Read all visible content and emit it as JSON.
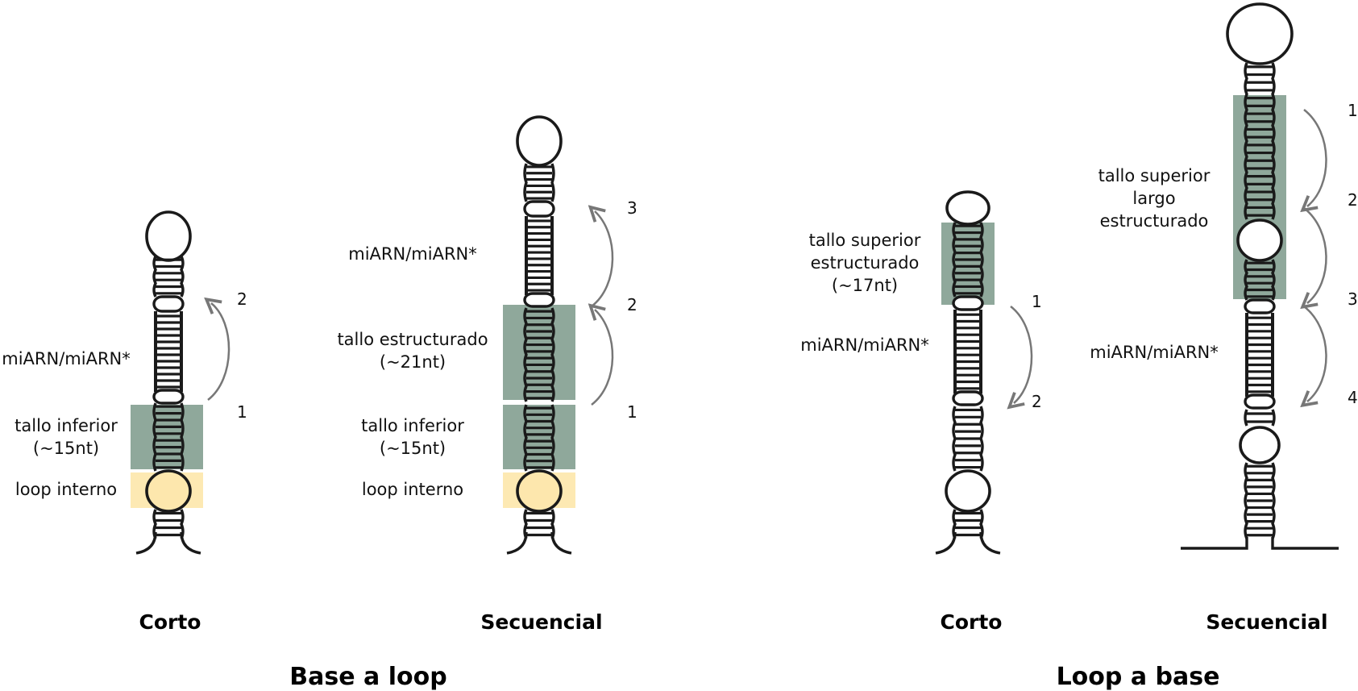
{
  "groups": {
    "left_title": "Base a loop",
    "right_title": "Loop a base"
  },
  "panels": [
    {
      "title": "Corto",
      "labels": {
        "mirna": "miARN/miARN*",
        "stem_line1": "tallo inferior",
        "stem_line2": "(~15nt)",
        "loop": "loop interno"
      },
      "steps": [
        "1",
        "2"
      ]
    },
    {
      "title": "Secuencial",
      "labels": {
        "mirna": "miARN/miARN*",
        "upper_line1": "tallo estructurado",
        "upper_line2": "(~21nt)",
        "stem_line1": "tallo inferior",
        "stem_line2": "(~15nt)",
        "loop": "loop interno"
      },
      "steps": [
        "1",
        "2",
        "3"
      ]
    },
    {
      "title": "Corto",
      "labels": {
        "upper_line1": "tallo superior",
        "upper_line2": "estructurado",
        "upper_line3": "(~17nt)",
        "mirna": "miARN/miARN*"
      },
      "steps": [
        "1",
        "2"
      ]
    },
    {
      "title": "Secuencial",
      "labels": {
        "upper_line1": "tallo superior",
        "upper_line2": "largo",
        "upper_line3": "estructurado",
        "mirna": "miARN/miARN*"
      },
      "steps": [
        "1",
        "2",
        "3",
        "4"
      ]
    }
  ],
  "colors": {
    "structured_stem": "#8fa89b",
    "internal_loop_box": "#fde9b3",
    "internal_loop_fill": "#fde7ad",
    "mirna_strand": "#3a7a4f",
    "mirna_star_strand": "#a33a17",
    "arrow": "#777777"
  }
}
